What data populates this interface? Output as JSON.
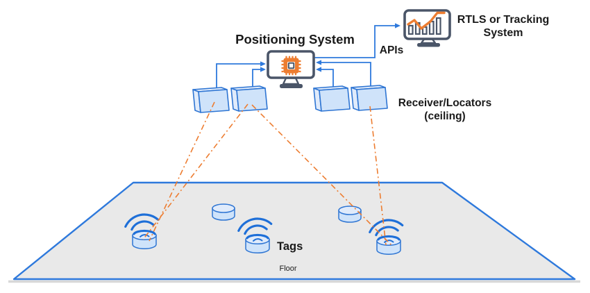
{
  "labels": {
    "title": "Positioning System",
    "rtls_line1": "RTLS or Tracking",
    "rtls_line2": "System",
    "apis": "APIs",
    "receivers_line1": "Receiver/Locators",
    "receivers_line2": "(ceiling)",
    "tags": "Tags",
    "floor": "Floor"
  },
  "colors": {
    "connector_blue": "#2E79DC",
    "box_outline_blue": "#2E75D3",
    "box_fill_light": "#CFE3FA",
    "box_fill_lighter": "#E0EBFB",
    "wifi_blue": "#1E6FD8",
    "orange": "#ED7D31",
    "slate": "#4A5568",
    "floor_fill": "#E9E9E9",
    "floor_shadow": "#D8D8D8",
    "text": "#1A1A1A",
    "background": "#FFFFFF"
  },
  "diagram": {
    "components": [
      {
        "id": "positioning-system",
        "label": "Positioning System",
        "icon": "cpu-monitor-icon"
      },
      {
        "id": "rtls-system",
        "label": "RTLS or Tracking System",
        "icon": "chart-monitor-icon"
      },
      {
        "id": "receivers",
        "label": "Receiver/Locators (ceiling)",
        "count": 4
      },
      {
        "id": "tags",
        "label": "Tags",
        "tags_with_signal": 3,
        "plain_tags": 2
      },
      {
        "id": "floor",
        "label": "Floor"
      }
    ],
    "connections": [
      {
        "from": "receiver-1",
        "to": "positioning-system",
        "style": "solid-arrow"
      },
      {
        "from": "receiver-2",
        "to": "positioning-system",
        "style": "solid-arrow"
      },
      {
        "from": "receiver-3",
        "to": "positioning-system",
        "style": "solid-arrow"
      },
      {
        "from": "receiver-4",
        "to": "positioning-system",
        "style": "solid-arrow"
      },
      {
        "from": "positioning-system",
        "to": "rtls-system",
        "style": "solid-arrow",
        "label": "APIs"
      },
      {
        "from": "receiver-1",
        "to": "tag-1",
        "style": "orange-dash-dot"
      },
      {
        "from": "receiver-2",
        "to": "tag-1",
        "style": "orange-dash-dot"
      },
      {
        "from": "receiver-2",
        "to": "tag-3",
        "style": "orange-dash-dot"
      },
      {
        "from": "receiver-4",
        "to": "tag-3",
        "style": "orange-dash-dot"
      }
    ]
  }
}
